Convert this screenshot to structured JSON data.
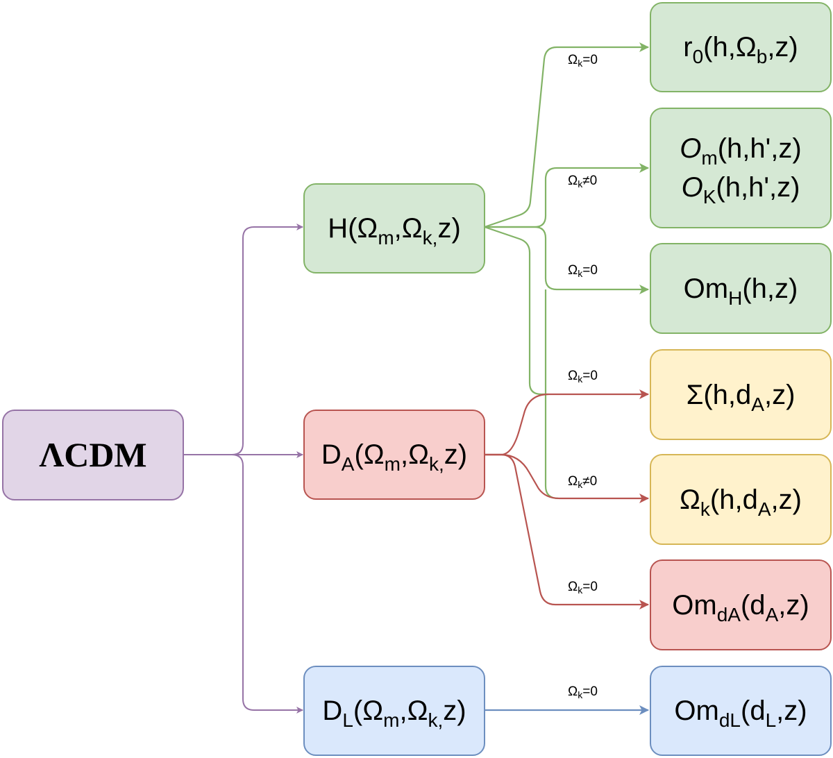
{
  "diagram": {
    "colors": {
      "purple_stroke": "#9673a6",
      "green_stroke": "#82b366",
      "red_stroke": "#b85450",
      "blue_stroke": "#6c8ebf",
      "yellow_stroke": "#d6b656"
    },
    "nodes": {
      "lcdm": {
        "label": "ΛCDM",
        "color": "purple"
      },
      "hubble": {
        "main": "H(Ω",
        "sub1": "m",
        "mid": ",Ω",
        "sub2": "k,",
        "end": "z)",
        "color": "green"
      },
      "da": {
        "main": "D",
        "sub0": "A",
        "open": "(Ω",
        "sub1": "m",
        "mid": ",Ω",
        "sub2": "k,",
        "end": "z)",
        "color": "red"
      },
      "dl": {
        "main": "D",
        "sub0": "L",
        "open": "(Ω",
        "sub1": "m",
        "mid": ",Ω",
        "sub2": "k,",
        "end": "z)",
        "color": "blue"
      },
      "r0": {
        "main": "r",
        "sub0": "0",
        "open": "(h,Ω",
        "sub1": "b",
        "end": ",z)",
        "color": "green"
      },
      "o_stats": {
        "line1": {
          "sym": "O",
          "sub": "m",
          "args": "(h,h',z)"
        },
        "line2": {
          "sym": "O",
          "sub": "K",
          "args": "(h,h',z)"
        },
        "color": "green"
      },
      "om_h": {
        "main": "Om",
        "sub0": "H",
        "end": "(h,z)",
        "color": "green"
      },
      "sigma": {
        "main": "Σ(h,d",
        "sub0": "A",
        "end": ",z)",
        "color": "yellow"
      },
      "omega_k": {
        "main": "Ω",
        "sub0": "k",
        "open": "(h,d",
        "sub1": "A",
        "end": ",z)",
        "color": "yellow"
      },
      "om_da": {
        "main": "Om",
        "sub0": "dA",
        "open": "(d",
        "sub1": "A",
        "end": ",z)",
        "color": "red"
      },
      "om_dl": {
        "main": "Om",
        "sub0": "dL",
        "open": "(d",
        "sub1": "L",
        "end": ",z)",
        "color": "blue"
      }
    },
    "edge_labels": [
      {
        "pre": "Ω",
        "sub": "k",
        "post": "=0",
        "edge": "H→r0"
      },
      {
        "pre": "Ω",
        "sub": "k",
        "post": "≠0",
        "edge": "H→O"
      },
      {
        "pre": "Ω",
        "sub": "k",
        "post": "=0",
        "edge": "H→OmH"
      },
      {
        "pre": "Ω",
        "sub": "k",
        "post": "=0",
        "edge": "DA→Σ"
      },
      {
        "pre": "Ω",
        "sub": "k",
        "post": "≠0",
        "edge": "DA→Ωk"
      },
      {
        "pre": "Ω",
        "sub": "k",
        "post": "=0",
        "edge": "DA→OmdA"
      },
      {
        "pre": "Ω",
        "sub": "k",
        "post": "=0",
        "edge": "DL→OmdL"
      }
    ],
    "edges": [
      {
        "from": "ΛCDM",
        "to": "H(Ωm,Ωk,z)",
        "color": "purple"
      },
      {
        "from": "ΛCDM",
        "to": "DA(Ωm,Ωk,z)",
        "color": "purple"
      },
      {
        "from": "ΛCDM",
        "to": "DL(Ωm,Ωk,z)",
        "color": "purple"
      },
      {
        "from": "H(Ωm,Ωk,z)",
        "to": "r0(h,Ωb,z)",
        "color": "green",
        "condition": "Ωk=0"
      },
      {
        "from": "H(Ωm,Ωk,z)",
        "to": "Om(h,h',z) / OK(h,h',z)",
        "color": "green",
        "condition": "Ωk≠0"
      },
      {
        "from": "H(Ωm,Ωk,z)",
        "to": "OmH(h,z)",
        "color": "green",
        "condition": "Ωk=0"
      },
      {
        "from": "H(Ωm,Ωk,z)",
        "to": "Σ(h,dA,z)",
        "color": "green"
      },
      {
        "from": "H(Ωm,Ωk,z)",
        "to": "Ωk(h,dA,z)",
        "color": "green"
      },
      {
        "from": "DA(Ωm,Ωk,z)",
        "to": "Σ(h,dA,z)",
        "color": "red",
        "condition": "Ωk=0"
      },
      {
        "from": "DA(Ωm,Ωk,z)",
        "to": "Ωk(h,dA,z)",
        "color": "red",
        "condition": "Ωk≠0"
      },
      {
        "from": "DA(Ωm,Ωk,z)",
        "to": "OmdA(dA,z)",
        "color": "red",
        "condition": "Ωk=0"
      },
      {
        "from": "DL(Ωm,Ωk,z)",
        "to": "OmdL(dL,z)",
        "color": "blue",
        "condition": "Ωk=0"
      }
    ]
  }
}
